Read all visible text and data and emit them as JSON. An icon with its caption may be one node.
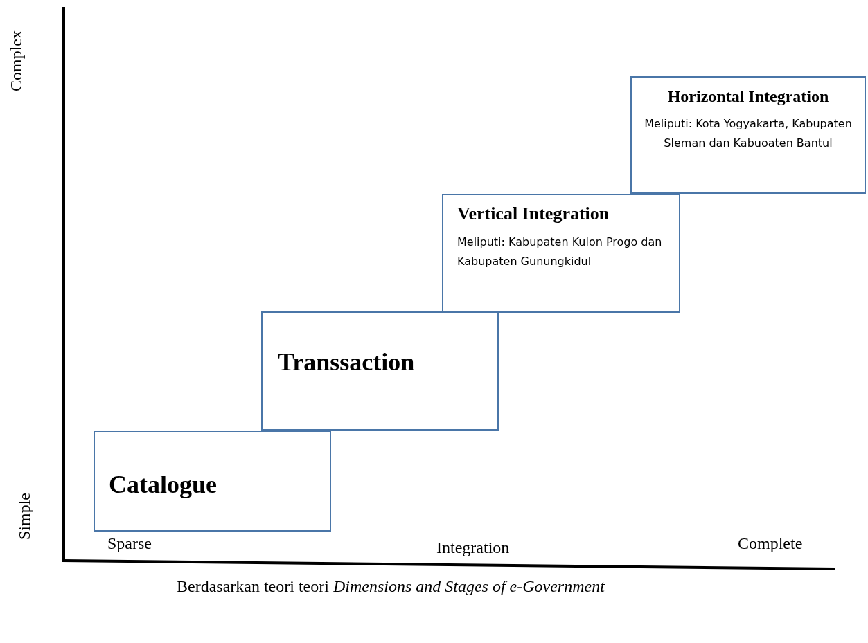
{
  "diagram": {
    "caption": "Berdasarkan teori teori *Dimensions and Stages of e-Government*",
    "nodes": [
      {
        "text": [
          "Catalogue"
        ]
      },
      {
        "text": [
          "Transsaction"
        ]
      },
      {
        "text": [
          "Vertical Integration",
          "Meliputi: Kabupaten Kulon Progo dan Kabupaten Gunungkidul"
        ]
      },
      {
        "text": [
          "Horizontal Integration",
          "Meliputi: Kota Yogyakarta, Kabupaten Sleman dan Kabuoaten Bantul"
        ]
      }
    ],
    "labels": [
      "Complex",
      "Simple",
      "Sparse",
      "Integration",
      "Complete"
    ]
  }
}
